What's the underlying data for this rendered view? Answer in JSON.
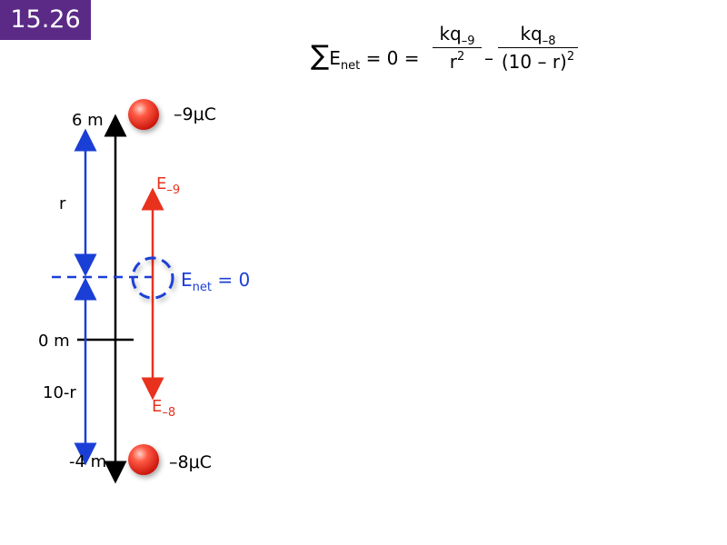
{
  "badge": {
    "text": "15.26",
    "color": "#5b2a86"
  },
  "equation": {
    "sigma": "∑",
    "lhs_main": "E",
    "lhs_sub": "net",
    "equals_zero": "= 0 =",
    "frac1_num_main": "kq",
    "frac1_num_sub": "–9",
    "frac1_den_main": "r",
    "frac1_den_sup": "2",
    "minus": "–",
    "frac2_num_main": "kq",
    "frac2_num_sub": "–8",
    "frac2_den_main": "(10 – r)",
    "frac2_den_sup": "2"
  },
  "axis": {
    "top_label": "6 m",
    "zero_label": "0 m",
    "bottom_label": "-4 m",
    "r_label": "r",
    "ten_minus_r_label": "10-r"
  },
  "charges": {
    "top": "–9μC",
    "bottom": "–8μC"
  },
  "fields": {
    "upper_main": "E",
    "upper_sub": "–9",
    "lower_main": "E",
    "lower_sub": "–8",
    "net_main": "E",
    "net_sub": "net",
    "net_value": "= 0"
  },
  "colors": {
    "blue": "#1a3fd6",
    "red": "#e8321e",
    "black": "#000000"
  }
}
